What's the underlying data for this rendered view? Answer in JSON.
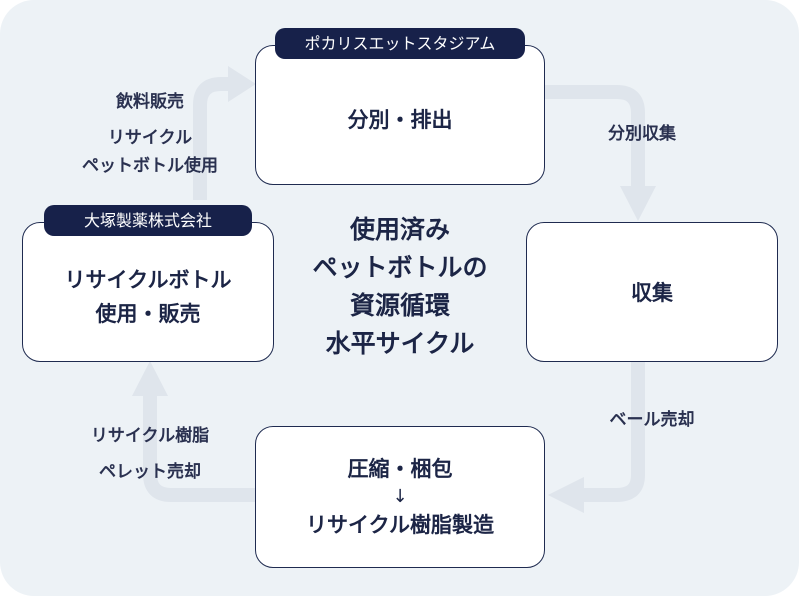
{
  "colors": {
    "panel_bg": "#edf2f6",
    "box_border": "#1f2b50",
    "tag_bg": "#17214a",
    "arrow": "#dfe5ec",
    "text": "#1c2546"
  },
  "center_title": [
    "使用済み",
    "ペットボトルの",
    "資源循環",
    "水平サイクル"
  ],
  "nodes": {
    "top": {
      "tag": "ポカリスエットスタジアム",
      "lines": [
        "分別・排出"
      ]
    },
    "right": {
      "lines": [
        "収集"
      ]
    },
    "bottom": {
      "lines": [
        "圧縮・梱包",
        "↓",
        "リサイクル樹脂製造"
      ]
    },
    "left": {
      "tag": "大塚製薬株式会社",
      "lines": [
        "リサイクルボトル",
        "使用・販売"
      ]
    }
  },
  "edge_labels": {
    "top_right": [
      "分別収集"
    ],
    "right_bottom": [
      "ベール売却"
    ],
    "bottom_left": [
      "リサイクル樹脂",
      "ペレット売却"
    ],
    "left_top": [
      "飲料販売",
      "リサイクル",
      "ペットボトル使用"
    ]
  }
}
